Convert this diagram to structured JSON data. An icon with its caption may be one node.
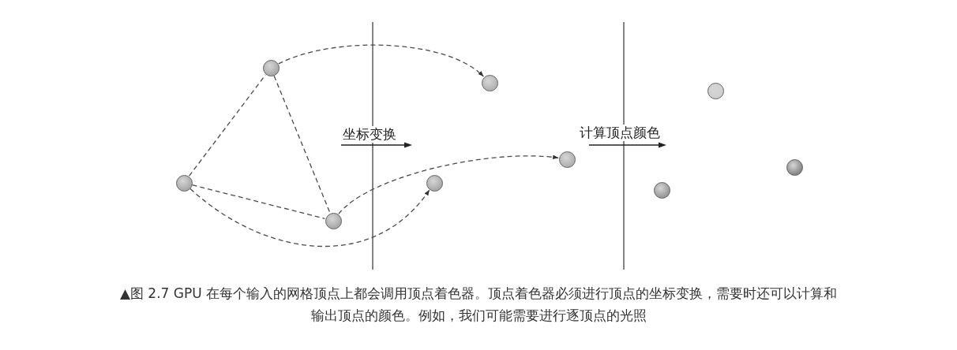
{
  "diagram": {
    "caption": "▲图 2.7 GPU 在每个输入的网格顶点上都会调用顶点着色器。顶点着色器必须进行顶点的坐标变换，需要时还可以计算和输出顶点的颜色。例如，我们可能需要进行逐顶点的光照",
    "nodes": [
      {
        "text": [],
        "shape": "circle"
      },
      {
        "text": [],
        "shape": "circle"
      },
      {
        "text": [],
        "shape": "circle"
      },
      {
        "text": [],
        "shape": "circle"
      },
      {
        "text": [],
        "shape": "circle"
      },
      {
        "text": [],
        "shape": "circle"
      },
      {
        "text": [],
        "shape": "circle"
      },
      {
        "text": [],
        "shape": "circle"
      },
      {
        "text": [],
        "shape": "circle"
      }
    ],
    "edges": [
      {
        "from": 0,
        "to": 1,
        "arrow": "none",
        "style": "dashed"
      },
      {
        "from": 1,
        "to": 2,
        "arrow": "none",
        "style": "dashed"
      },
      {
        "from": 0,
        "to": 2,
        "arrow": "none",
        "style": "dashed"
      },
      {
        "from": 1,
        "to": 4,
        "arrow": "to",
        "style": "dashed"
      },
      {
        "from": 2,
        "to": 5,
        "arrow": "to",
        "style": "dashed"
      },
      {
        "from": 0,
        "to": 3,
        "arrow": "to",
        "style": "dashed"
      }
    ],
    "labels": [
      "坐标变换",
      "计算顶点颜色"
    ]
  }
}
